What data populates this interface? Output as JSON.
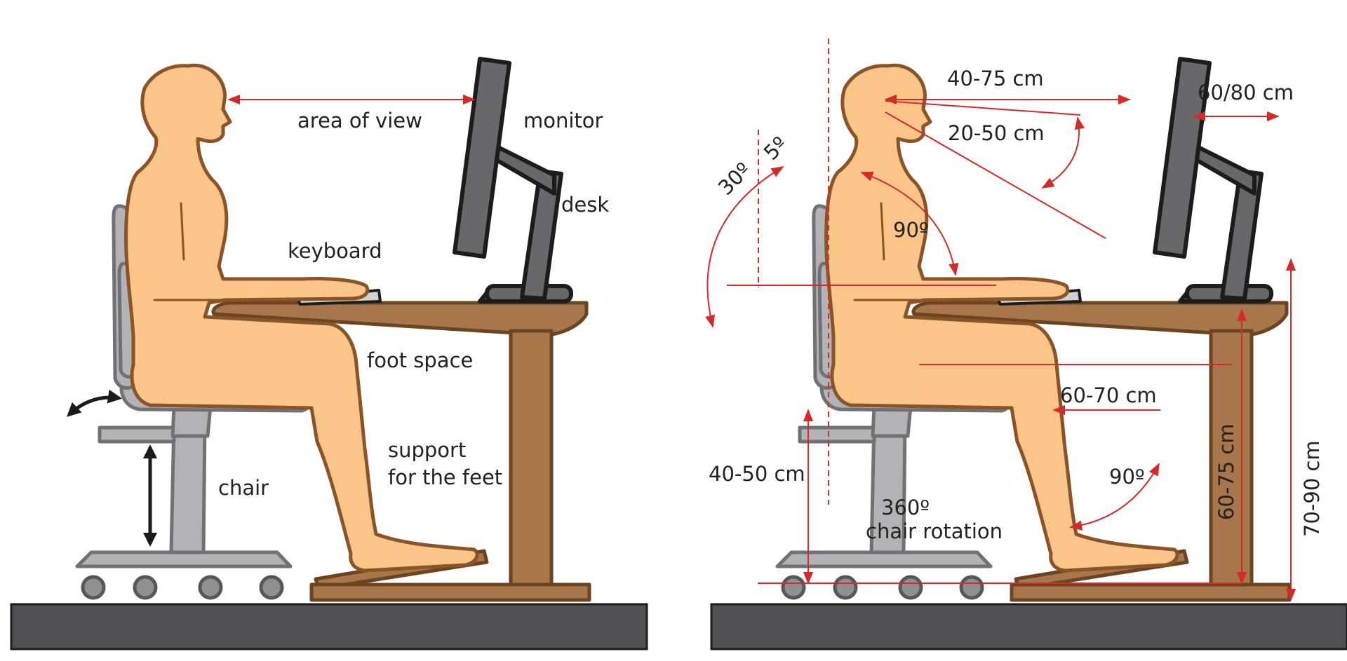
{
  "left": {
    "area_of_view": "area of view",
    "monitor": "monitor",
    "desk": "desk",
    "keyboard": "keyboard",
    "foot_space": "foot space",
    "support_line1": "support",
    "support_line2": "for the feet",
    "chair": "chair"
  },
  "right": {
    "eye_distance": "40-75 cm",
    "screen_top": "20-50 cm",
    "monitor_offset": "60/80 cm",
    "head_tilt": "30º",
    "screen_angle": "5º",
    "arm_angle": "90º",
    "knee_clearance": "60-70 cm",
    "seat_height": "40-50 cm",
    "knee_angle": "90º",
    "rotation_line1": "360º",
    "rotation_line2": "chair rotation",
    "desk_height": "60-75 cm",
    "total_height": "70-90 cm"
  },
  "colors": {
    "skin": "#fbc589",
    "wood": "#a7764a",
    "chair": "#b1b3b7",
    "monitor": "#66686b",
    "floor": "#4e5053",
    "measure": "#d42a2a"
  }
}
